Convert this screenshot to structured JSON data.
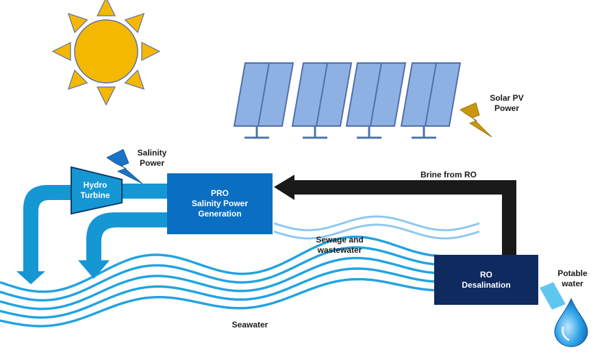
{
  "labels": {
    "solar_pv": [
      "Solar PV",
      "Power"
    ],
    "salinity_power": [
      "Salinity",
      "Power"
    ],
    "hydro_turbine": [
      "Hydro",
      "Turbine"
    ],
    "pro_box": [
      "PRO",
      "Salinity Power",
      "Generation"
    ],
    "brine": "Brine from RO",
    "sewage": [
      "Sewage and",
      "wastewater"
    ],
    "ro_box": [
      "RO",
      "Desalination"
    ],
    "potable": [
      "Potable",
      "water"
    ],
    "seawater": "Seawater"
  },
  "colors": {
    "sun": "#f5b800",
    "sun_outline": "#5a6ea8",
    "panel": "#8eb1e3",
    "panel_outline": "#4f6ea8",
    "panel_stand": "#4a74a8",
    "lightning": "#c9960c",
    "salinity_lightning": "#1a73c9",
    "pipe": "#1597d4",
    "pro_box": "#0a6fc2",
    "ro_box": "#0e2a5f",
    "brine_pipe": "#1a1a1a",
    "seawater_wave": "#22a3e0",
    "sewage_wave": "#8ec7f0",
    "potable_pipe": "#5fc7ef",
    "drop": "#1f8fd6"
  },
  "icons": {
    "sun": "sun-icon",
    "panels": "solar-panel-icon",
    "solar_bolt": "lightning-icon",
    "salinity_bolt": "lightning-icon",
    "drop": "water-drop-icon"
  }
}
